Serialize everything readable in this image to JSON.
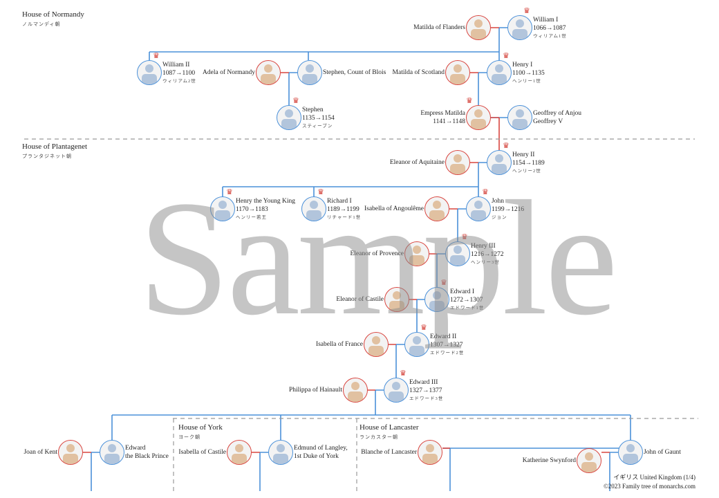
{
  "houses": [
    {
      "name": "House of Normandy",
      "jp": "ノルマンディ朝"
    },
    {
      "name": "House of Plantagenet",
      "jp": "プランタジネット朝"
    },
    {
      "name": "House of York",
      "jp": "ヨーク朝"
    },
    {
      "name": "House of Lancaster",
      "jp": "ランカスター朝"
    }
  ],
  "people": [
    {
      "name": "Matilda of Flanders",
      "gender": "f"
    },
    {
      "name": "William I",
      "dates": "1066→1087",
      "jp": "ウィリアム1世",
      "gender": "m",
      "crown": true
    },
    {
      "name": "William II",
      "dates": "1087→1100",
      "jp": "ウィリアム2世",
      "gender": "m",
      "crown": true
    },
    {
      "name": "Adela of Normandy",
      "gender": "f"
    },
    {
      "name": "Stephen, Count of Blois",
      "gender": "m"
    },
    {
      "name": "Matilda of Scotland",
      "gender": "f"
    },
    {
      "name": "Henry I",
      "dates": "1100→1135",
      "jp": "ヘンリー1世",
      "gender": "m",
      "crown": true
    },
    {
      "name": "Stephen",
      "dates": "1135→1154",
      "jp": "スティーブン",
      "gender": "m",
      "crown": true
    },
    {
      "name": "Empress Matilda",
      "dates": "1141→1148",
      "gender": "f",
      "crown": true
    },
    {
      "name": "Geoffrey of Anjou",
      "dates": "Geoffrey V",
      "gender": "m"
    },
    {
      "name": "Eleanor of Aquitaine",
      "gender": "f"
    },
    {
      "name": "Henry II",
      "dates": "1154→1189",
      "jp": "ヘンリー2世",
      "gender": "m",
      "crown": true
    },
    {
      "name": "Henry the Young King",
      "dates": "1170→1183",
      "jp": "ヘンリー若王",
      "gender": "m",
      "crown": true
    },
    {
      "name": "Richard I",
      "dates": "1189→1199",
      "jp": "リチャード1世",
      "gender": "m",
      "crown": true
    },
    {
      "name": "Isabella of Angoulême",
      "gender": "f"
    },
    {
      "name": "John",
      "dates": "1199→1216",
      "jp": "ジョン",
      "gender": "m",
      "crown": true
    },
    {
      "name": "Eleanor of Provence",
      "gender": "f"
    },
    {
      "name": "Henry III",
      "dates": "1216→1272",
      "jp": "ヘンリー3世",
      "gender": "m",
      "crown": true
    },
    {
      "name": "Eleanor of Castile",
      "gender": "f"
    },
    {
      "name": "Edward I",
      "dates": "1272→1307",
      "jp": "エドワード1世",
      "gender": "m",
      "crown": true
    },
    {
      "name": "Isabella of France",
      "gender": "f"
    },
    {
      "name": "Edward II",
      "dates": "1307→1327",
      "jp": "エドワード2世",
      "gender": "m",
      "crown": true
    },
    {
      "name": "Philippa of Hainault",
      "gender": "f"
    },
    {
      "name": "Edward III",
      "dates": "1327→1377",
      "jp": "エドワード3世",
      "gender": "m",
      "crown": true
    },
    {
      "name": "Joan of Kent",
      "gender": "f"
    },
    {
      "name": "Edward",
      "dates": "the Black Prince",
      "gender": "m"
    },
    {
      "name": "Isabella of Castile",
      "gender": "f"
    },
    {
      "name": "Edmund of Langley,",
      "dates": "1st Duke of York",
      "gender": "m"
    },
    {
      "name": "Blanche of Lancaster",
      "gender": "f"
    },
    {
      "name": "Katherine Swynford",
      "gender": "f"
    },
    {
      "name": "John of Gaunt",
      "gender": "m"
    }
  ],
  "watermark": "Sample",
  "footer": {
    "line1": "イギリス United Kingdom (1/4)",
    "line2": "©2023 Family tree of monarchs.com"
  },
  "colors": {
    "male": "#4a90d9",
    "female": "#d9453f",
    "crown": "#d23a32"
  }
}
